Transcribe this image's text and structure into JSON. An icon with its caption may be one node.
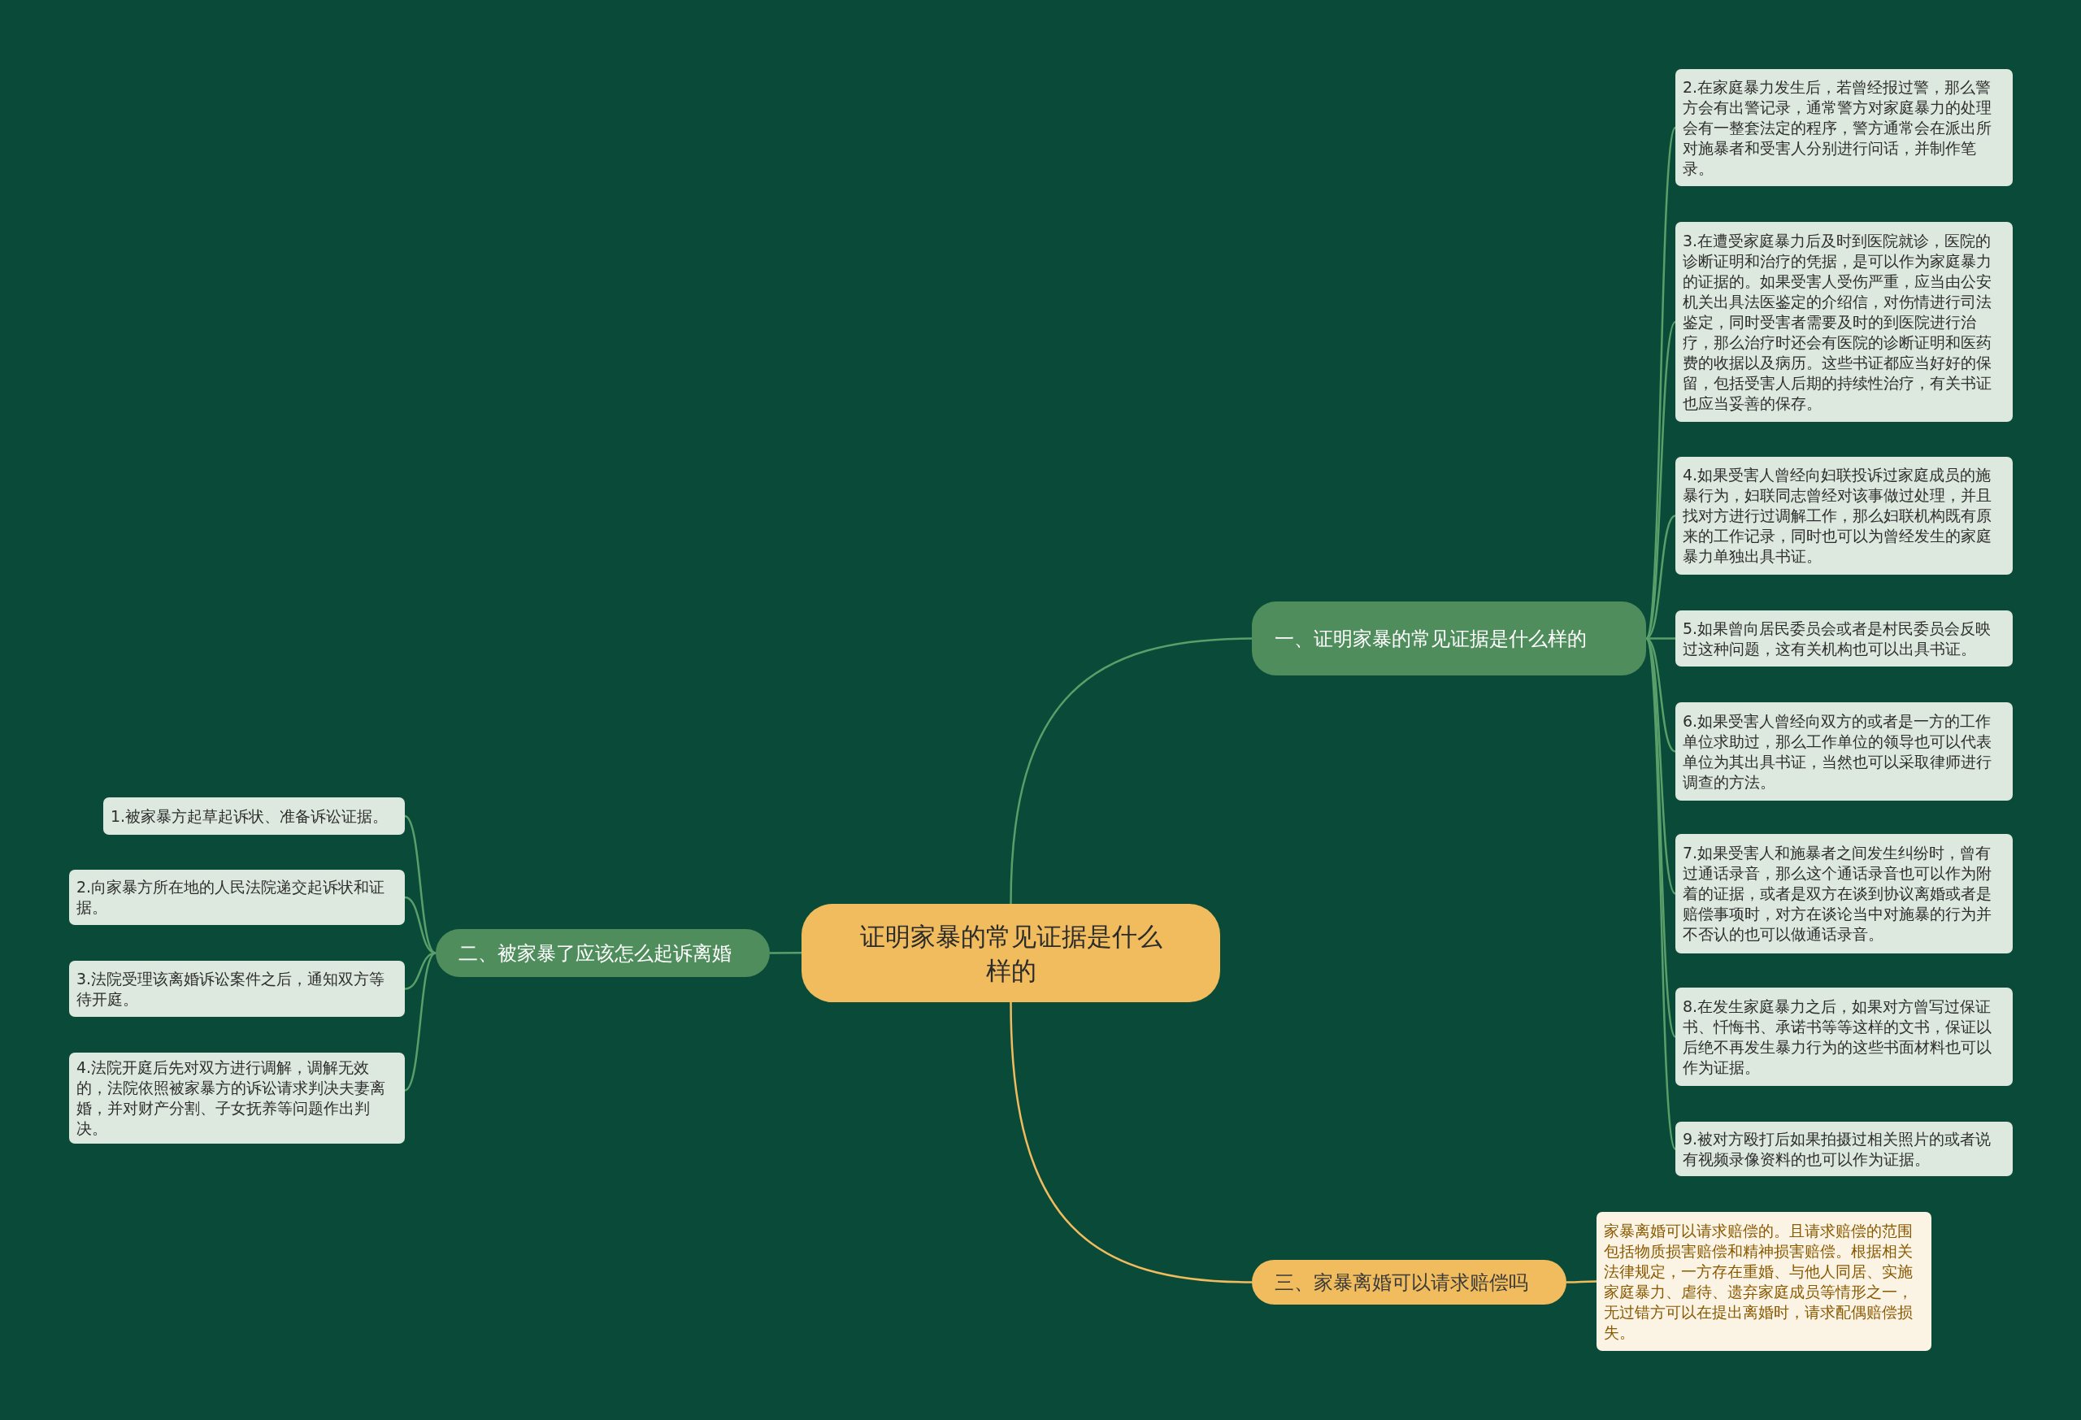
{
  "diagram": {
    "nodes": [
      {
        "text": [
          "证明家暴的常见证据是什么样的"
        ]
      },
      {
        "text": [
          "一、证明家暴的常见证据是什么样的"
        ]
      },
      {
        "text": [
          "2.在家庭暴力发生后，若曾经报过警，那么警方会有出警记录，通常警方对家庭暴力的处理会有一整套法定的程序，警方通常会在派出所对施暴者和受害人分别进行问话，并制作笔录。"
        ]
      },
      {
        "text": [
          "3.在遭受家庭暴力后及时到医院就诊，医院的诊断证明和治疗的凭据，是可以作为家庭暴力的证据的。如果受害人受伤严重，应当由公安机关出具法医鉴定的介绍信，对伤情进行司法鉴定，同时受害者需要及时的到医院进行治疗，那么治疗时还会有医院的诊断证明和医药费的收据以及病历。这些书证都应当好好的保留，包括受害人后期的持续性治疗，有关书证也应当妥善的保存。"
        ]
      },
      {
        "text": [
          "4.如果受害人曾经向妇联投诉过家庭成员的施暴行为，妇联同志曾经对该事做过处理，并且找对方进行过调解工作，那么妇联机构既有原来的工作记录，同时也可以为曾经发生的家庭暴力单独出具书证。"
        ]
      },
      {
        "text": [
          "5.如果曾向居民委员会或者是村民委员会反映过这种问题，这有关机构也可以出具书证。"
        ]
      },
      {
        "text": [
          "6.如果受害人曾经向双方的或者是一方的工作单位求助过，那么工作单位的领导也可以代表单位为其出具书证，当然也可以采取律师进行调查的方法。"
        ]
      },
      {
        "text": [
          "7.如果受害人和施暴者之间发生纠纷时，曾有过通话录音，那么这个通话录音也可以作为附着的证据，或者是双方在谈到协议离婚或者是赔偿事项时，对方在谈论当中对施暴的行为并不否认的也可以做通话录音。"
        ]
      },
      {
        "text": [
          "8.在发生家庭暴力之后，如果对方曾写过保证书、忏悔书、承诺书等等这样的文书，保证以后绝不再发生暴力行为的这些书面材料也可以作为证据。"
        ]
      },
      {
        "text": [
          "9.被对方殴打后如果拍摄过相关照片的或者说有视频录像资料的也可以作为证据。"
        ]
      },
      {
        "text": [
          "二、被家暴了应该怎么起诉离婚"
        ]
      },
      {
        "text": [
          "1.被家暴方起草起诉状、准备诉讼证据。"
        ]
      },
      {
        "text": [
          "2.向家暴方所在地的人民法院递交起诉状和证据。"
        ]
      },
      {
        "text": [
          "3.法院受理该离婚诉讼案件之后，通知双方等待开庭。"
        ]
      },
      {
        "text": [
          "4.法院开庭后先对双方进行调解，调解无效的，法院依照被家暴方的诉讼请求判决夫妻离婚，并对财产分割、子女抚养等问题作出判决。"
        ]
      },
      {
        "text": [
          "三、家暴离婚可以请求赔偿吗"
        ]
      },
      {
        "text": [
          "家暴离婚可以请求赔偿的。且请求赔偿的范围包括物质损害赔偿和精神损害赔偿。根据相关法律规定，一方存在重婚、与他人同居、实施家庭暴力、虐待、遗弃家庭成员等情形之一，无过错方可以在提出离婚时，请求配偶赔偿损失。"
        ]
      }
    ],
    "edges": [
      {
        "from": 0,
        "to": 1,
        "arrow": "none"
      },
      {
        "from": 1,
        "to": 2,
        "arrow": "none"
      },
      {
        "from": 1,
        "to": 3,
        "arrow": "none"
      },
      {
        "from": 1,
        "to": 4,
        "arrow": "none"
      },
      {
        "from": 1,
        "to": 5,
        "arrow": "none"
      },
      {
        "from": 1,
        "to": 6,
        "arrow": "none"
      },
      {
        "from": 1,
        "to": 7,
        "arrow": "none"
      },
      {
        "from": 1,
        "to": 8,
        "arrow": "none"
      },
      {
        "from": 1,
        "to": 9,
        "arrow": "none"
      },
      {
        "from": 0,
        "to": 10,
        "arrow": "none"
      },
      {
        "from": 10,
        "to": 11,
        "arrow": "none"
      },
      {
        "from": 10,
        "to": 12,
        "arrow": "none"
      },
      {
        "from": 10,
        "to": 13,
        "arrow": "none"
      },
      {
        "from": 10,
        "to": 14,
        "arrow": "none"
      },
      {
        "from": 0,
        "to": 15,
        "arrow": "none",
        "color": "#f0bc5e"
      },
      {
        "from": 15,
        "to": 16,
        "arrow": "none",
        "color": "#f0bc5e"
      }
    ]
  }
}
